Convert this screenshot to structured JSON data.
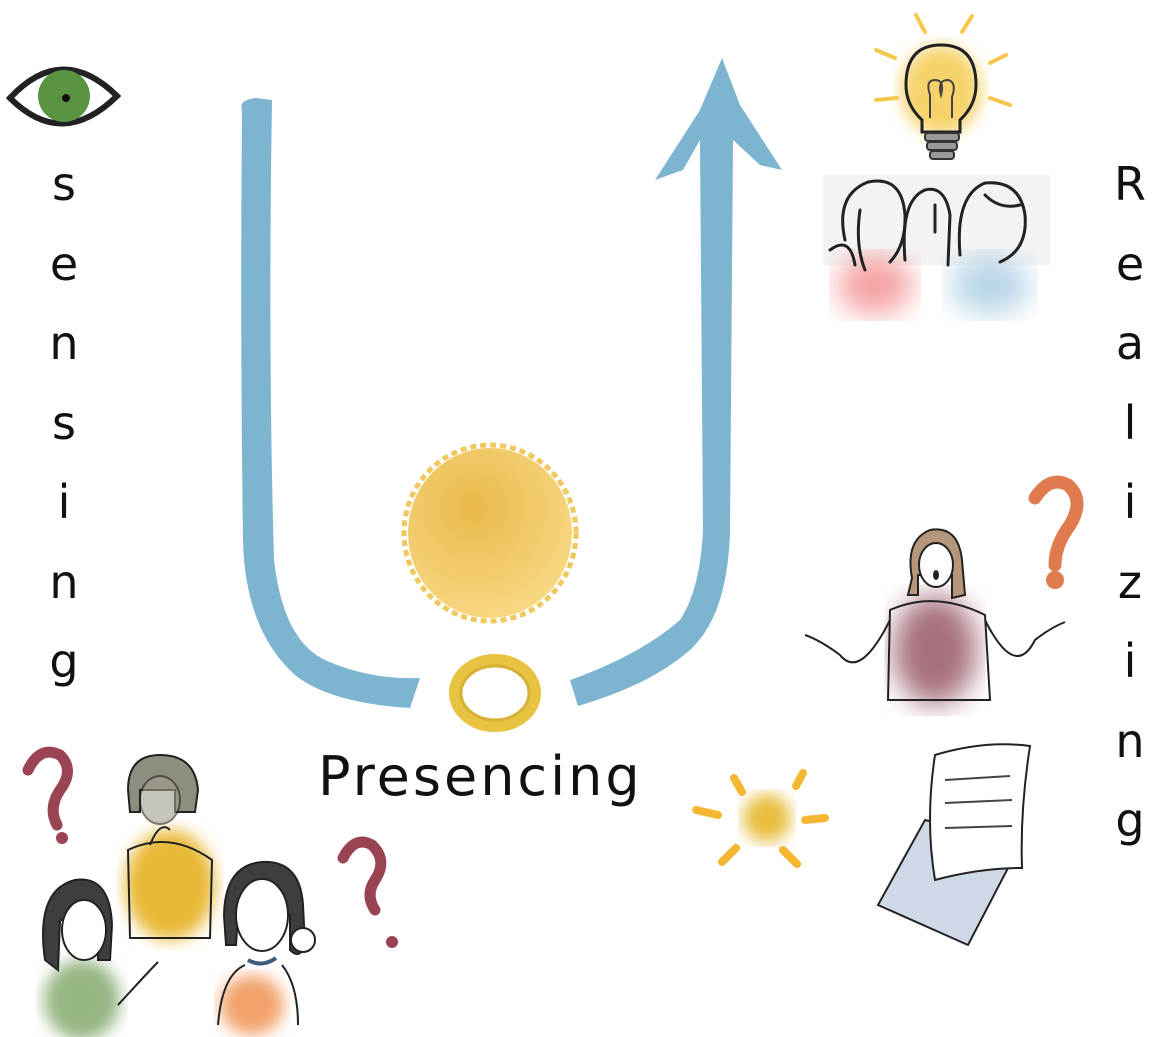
{
  "diagram": {
    "left_label": "sensing",
    "right_label": "Realizing",
    "bottom_label": "Presencing"
  },
  "colors": {
    "arrow": "#7db4cf",
    "sun_fill": "#f2c85b",
    "eye_iris": "#5a9440",
    "question_red": "#9a4453",
    "question_orange": "#e07b4f",
    "bulb_yellow": "#f6d36b"
  },
  "icons": [
    "eye-icon",
    "lightbulb-icon",
    "sun-icon",
    "question-mark-icon",
    "document-icon",
    "people-icon",
    "person-icon"
  ]
}
